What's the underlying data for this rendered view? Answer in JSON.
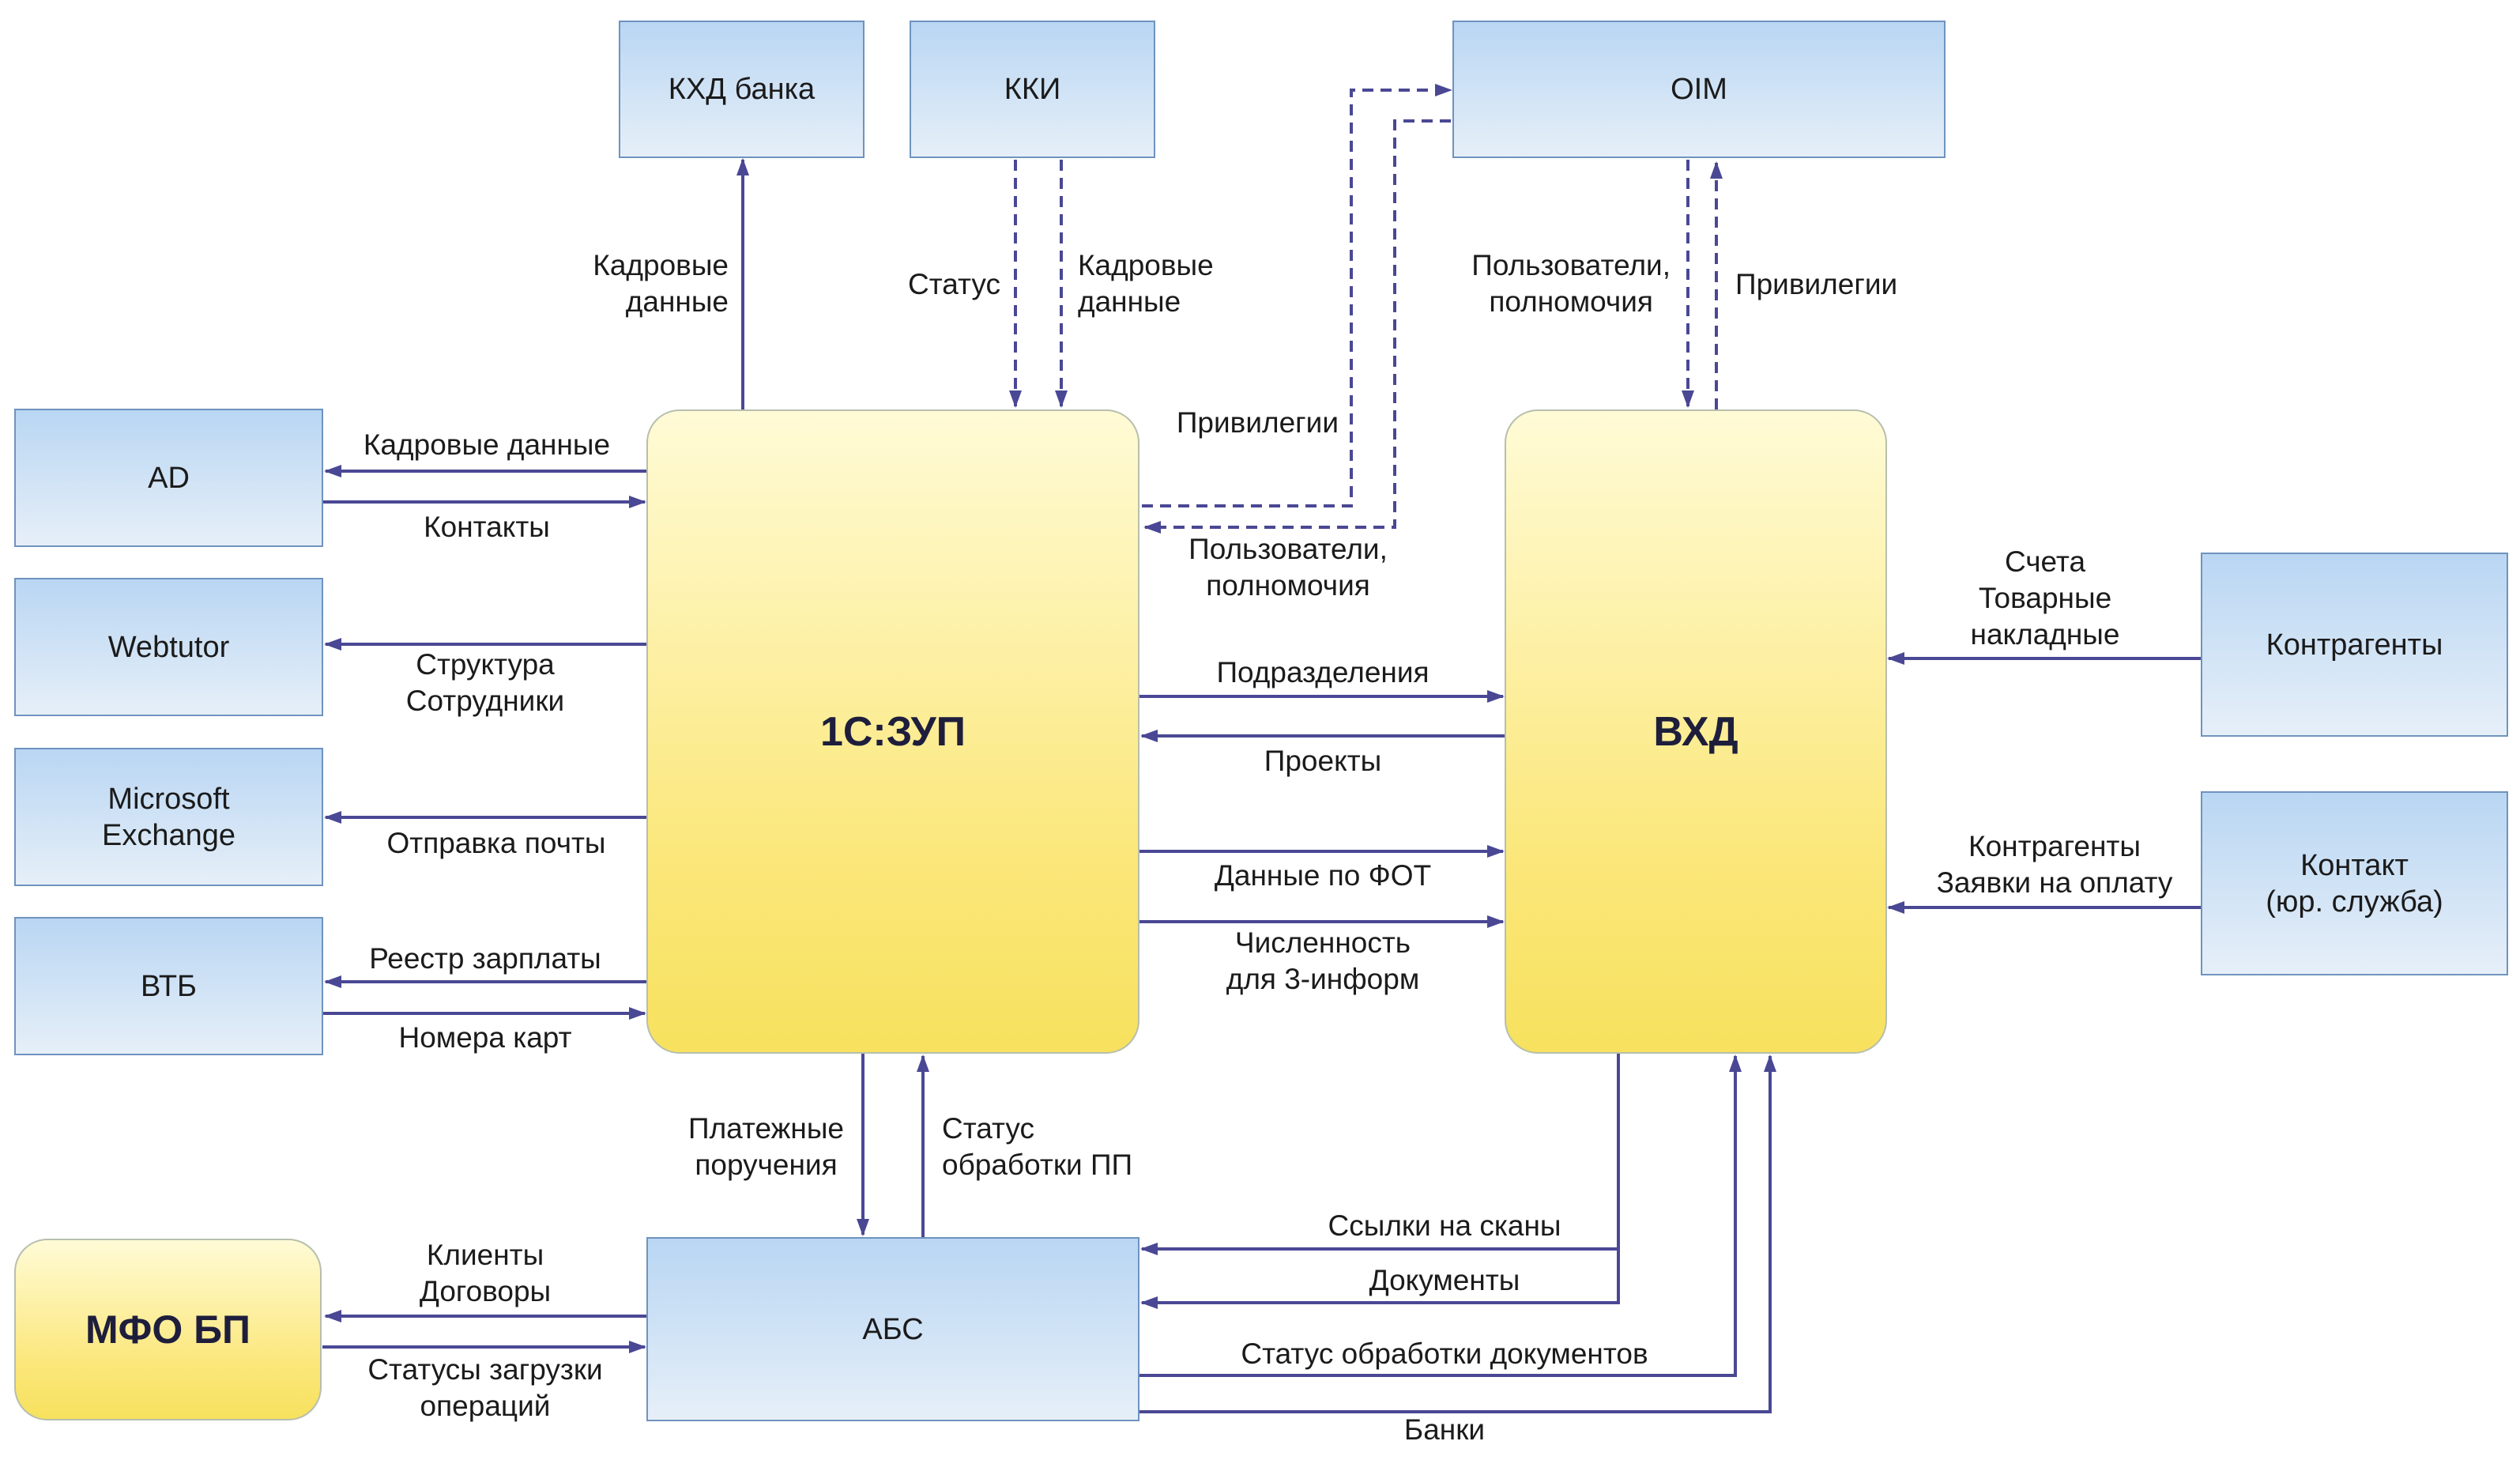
{
  "boxes": {
    "khd_banka": "КХД банка",
    "kki": "ККИ",
    "oim": "OIM",
    "ad": "AD",
    "webtutor": "Webtutor",
    "ms_exchange_1": "Microsoft",
    "ms_exchange_2": "Exchange",
    "vtb": "ВТБ",
    "zup": "1С:ЗУП",
    "vhd": "ВХД",
    "kontragenty": "Контрагенты",
    "kontakt_1": "Контакт",
    "kontakt_2": "(юр. служба)",
    "mfo": "МФО БП",
    "abs": "АБС"
  },
  "labels": {
    "kadr_dannye_khd_1": "Кадровые",
    "kadr_dannye_khd_2": "данные",
    "status_kki": "Статус",
    "kadr_dannye_kki_1": "Кадровые",
    "kadr_dannye_kki_2": "данные",
    "privilegii_zup": "Привилегии",
    "polzovateli_zup_1": "Пользователи,",
    "polzovateli_zup_2": "полномочия",
    "polzovateli_oim_1": "Пользователи,",
    "polzovateli_oim_2": "полномочия",
    "privilegii_oim": "Привилегии",
    "ad_kadr": "Кадровые данные",
    "ad_kontakty": "Контакты",
    "web_struktura": "Структура",
    "web_sotrudniki": "Сотрудники",
    "exchange_pochta": "Отправка почты",
    "vtb_reestr": "Реестр зарплаты",
    "vtb_karty": "Номера карт",
    "podrazdeleniya": "Подразделения",
    "proekty": "Проекты",
    "dannye_fot": "Данные по ФОТ",
    "chislennost_1": "Численность",
    "chislennost_2": "для 3-информ",
    "scheta_1": "Счета",
    "scheta_2": "Товарные",
    "scheta_3": "накладные",
    "kontragenty_zayavki_1": "Контрагенты",
    "kontragenty_zayavki_2": "Заявки на оплату",
    "platezhnye_1": "Платежные",
    "platezhnye_2": "поручения",
    "status_pp_1": "Статус",
    "status_pp_2": "обработки ПП",
    "ssylki": "Ссылки на сканы",
    "dokumenty": "Документы",
    "status_docs": "Статус обработки документов",
    "banki": "Банки",
    "klienty_1": "Клиенты",
    "klienty_2": "Договоры",
    "statusy_1": "Статусы загрузки",
    "statusy_2": "операций"
  },
  "colors": {
    "arrow": "#4a4894",
    "box_border_blue": "#6f93bf",
    "box_border_yellow": "#b7bfae"
  }
}
